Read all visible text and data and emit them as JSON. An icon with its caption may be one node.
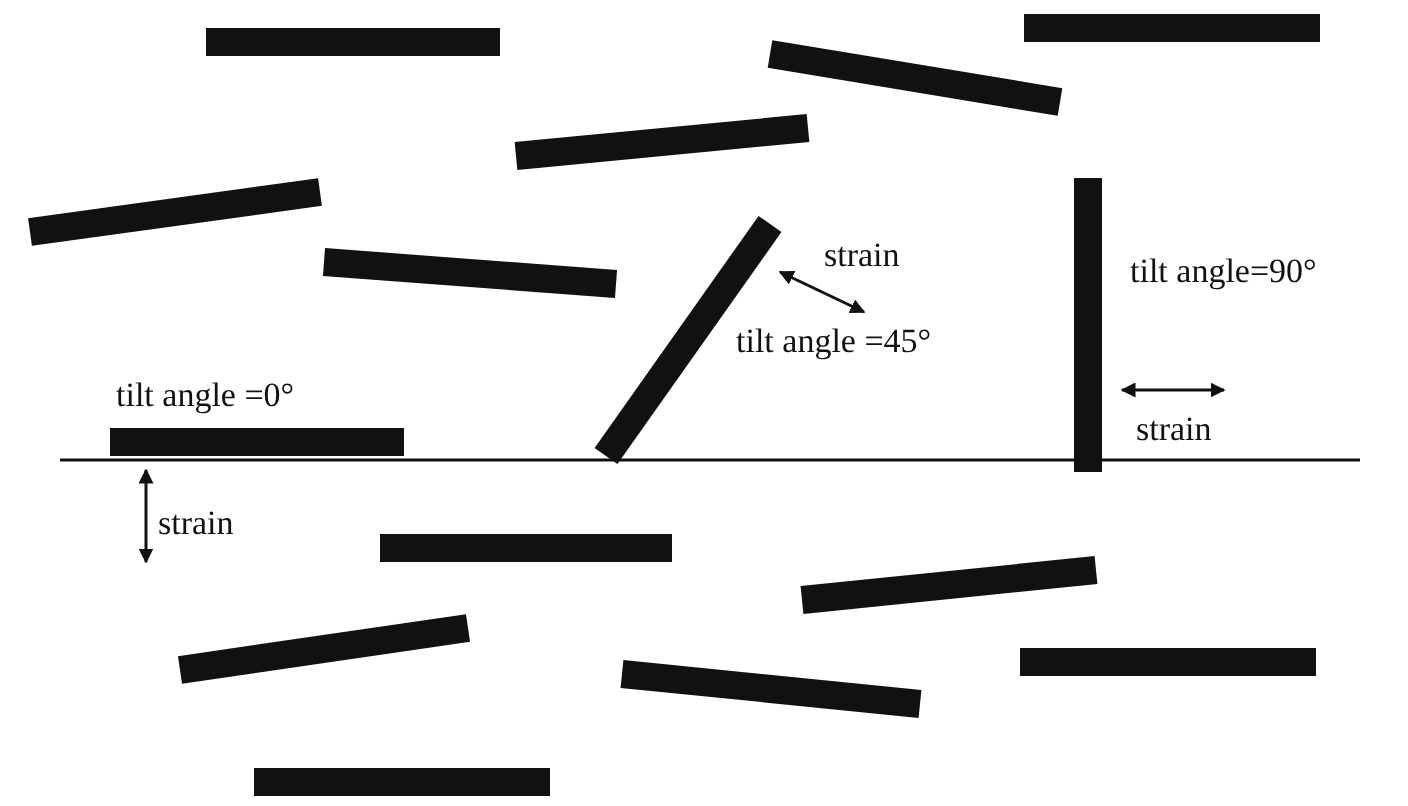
{
  "diagram": {
    "labels": [
      "strain",
      "tilt angle=90°",
      "tilt angle =45°",
      "tilt angle =0°",
      "strain",
      "strain"
    ]
  }
}
